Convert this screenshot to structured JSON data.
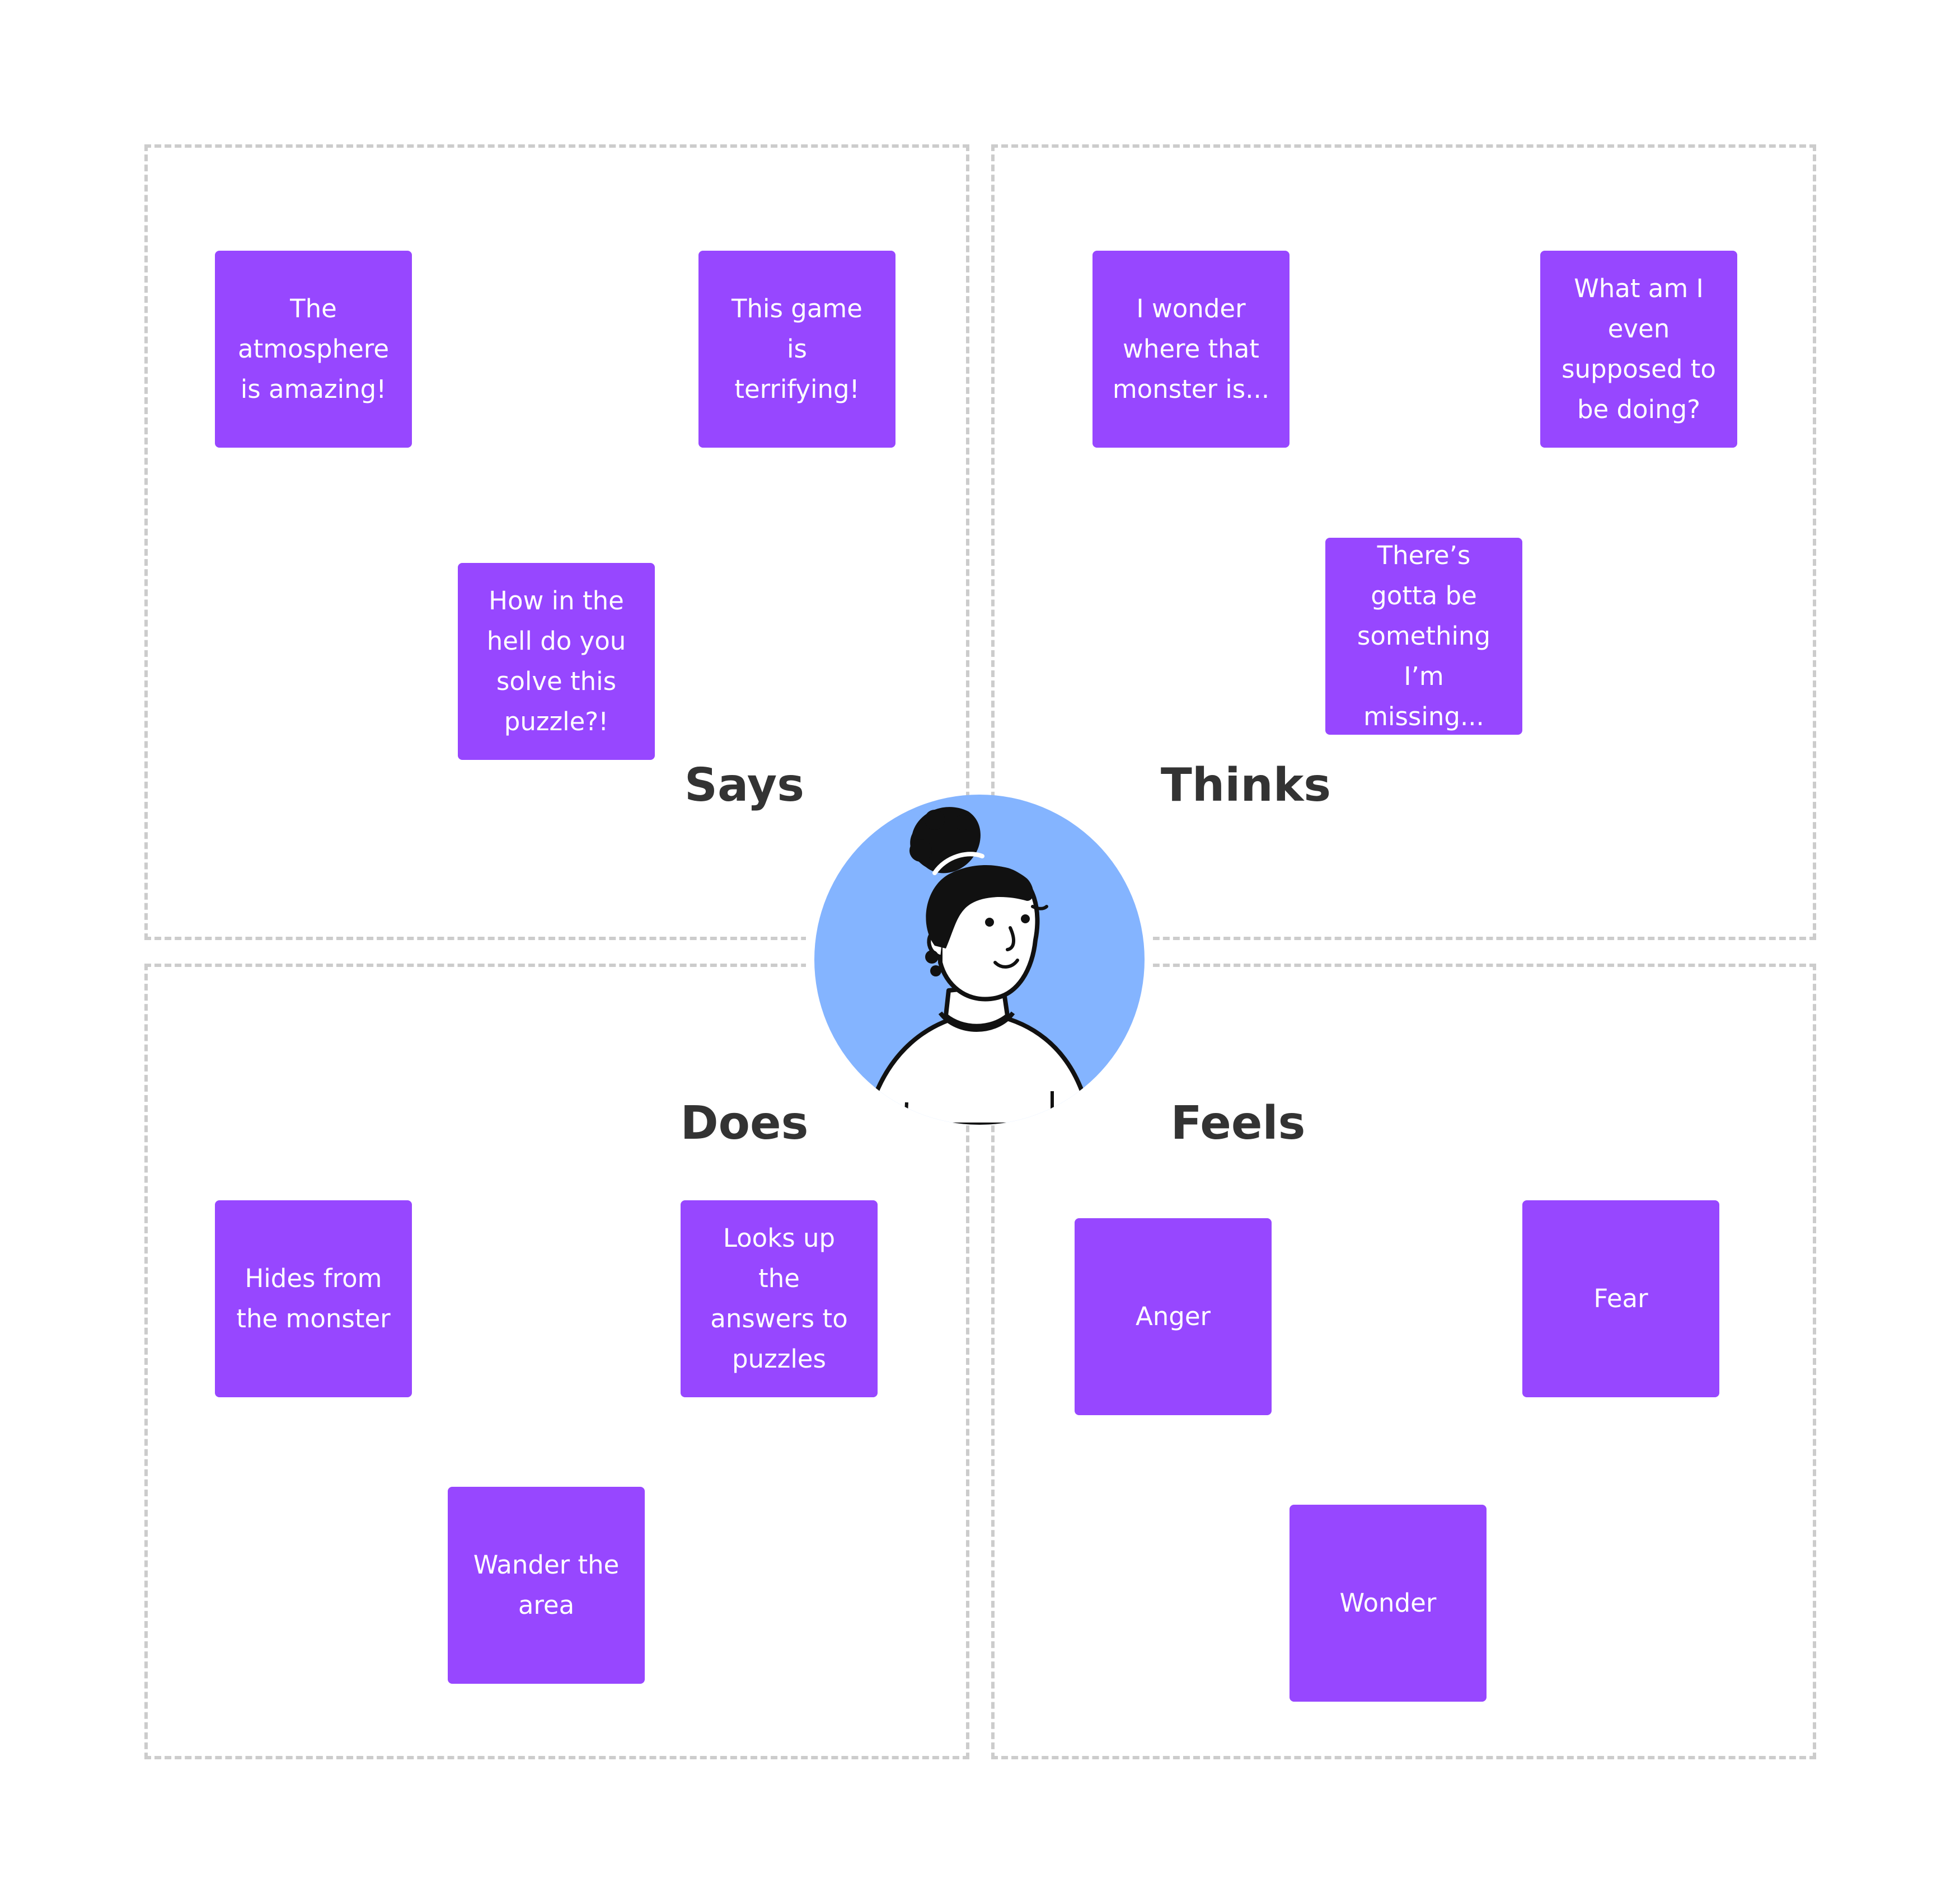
{
  "quadrants": [
    {
      "title": "Says",
      "notes": [
        "The\natmosphere\nis amazing!",
        "This game is\nterrifying!",
        "How in the\nhell do you\nsolve this\npuzzle?!"
      ]
    },
    {
      "title": "Thinks",
      "notes": [
        "I wonder\nwhere that\nmonster is...",
        "What am I\neven\nsupposed to\nbe doing?",
        "There’s\ngotta be\nsomething\nI’m missing..."
      ]
    },
    {
      "title": "Does",
      "notes": [
        "Hides from\nthe monster",
        "Looks up the\nanswers to\npuzzles",
        "Wander the\narea"
      ]
    },
    {
      "title": "Feels",
      "notes": [
        "Anger",
        "Fear",
        "Wonder"
      ]
    }
  ],
  "colors": {
    "note": "#9747ff",
    "avatar_bg": "#84b4ff",
    "border": "#cccccc",
    "label": "#333333"
  },
  "icons": {
    "center": "person-avatar-icon"
  }
}
